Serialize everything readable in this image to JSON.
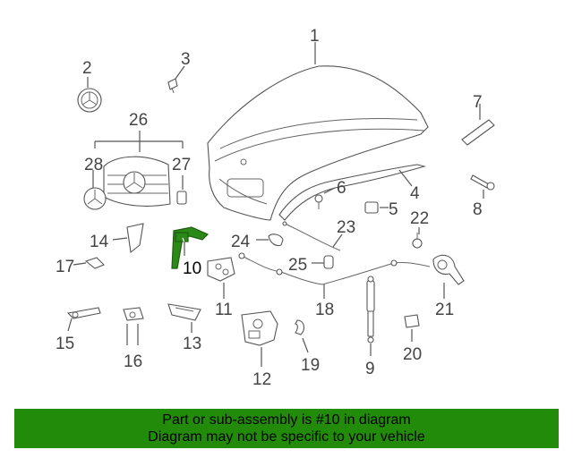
{
  "callouts": {
    "c1": "1",
    "c2": "2",
    "c3": "3",
    "c4": "4",
    "c5": "5",
    "c6": "6",
    "c7": "7",
    "c8": "8",
    "c9": "9",
    "c10": "10",
    "c11": "11",
    "c12": "12",
    "c13": "13",
    "c14": "14",
    "c15": "15",
    "c16": "16",
    "c17": "17",
    "c18": "18",
    "c19": "19",
    "c20": "20",
    "c21": "21",
    "c22": "22",
    "c23": "23",
    "c24": "24",
    "c25": "25",
    "c26": "26",
    "c27": "27",
    "c28": "28"
  },
  "highlighted_part": "10",
  "highlight_color": "#2b8a17",
  "banner": {
    "line1": "Part or sub-assembly is #10 in diagram",
    "line2": "Diagram may not be specific to your vehicle",
    "color": "#228b0a"
  }
}
